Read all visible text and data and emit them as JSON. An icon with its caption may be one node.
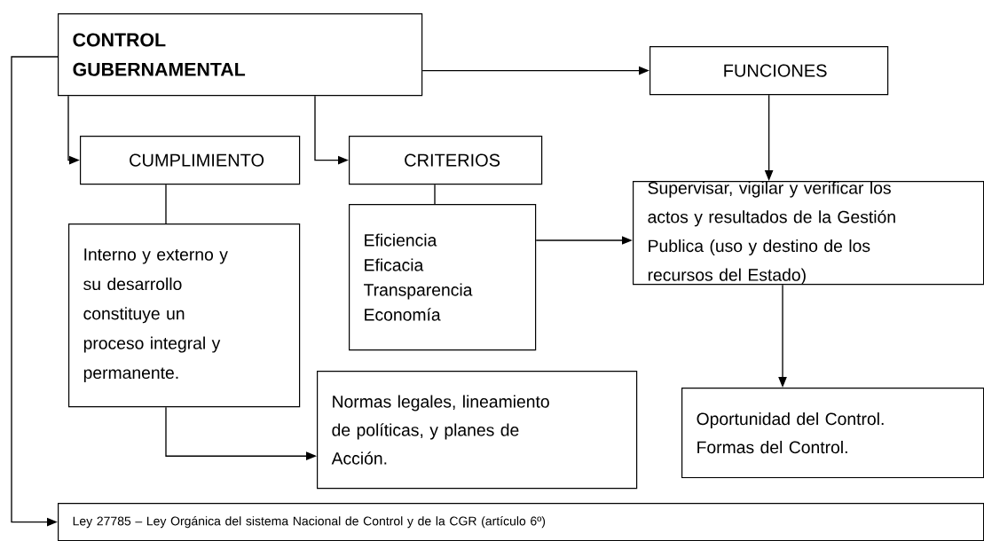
{
  "diagram": {
    "nodes": [
      {
        "text": [
          "CONTROL GUBERNAMENTAL"
        ]
      },
      {
        "text": [
          "FUNCIONES"
        ]
      },
      {
        "text": [
          "CUMPLIMIENTO"
        ]
      },
      {
        "text": [
          "CRITERIOS"
        ]
      },
      {
        "text": [
          "Supervisar, vigilar y verificar los actos y resultados de la Gestión Publica (uso y destino de los recursos del Estado)"
        ]
      },
      {
        "text": [
          "Interno y externo y su desarrollo constituye un proceso integral y permanente."
        ]
      },
      {
        "text": [
          "Eficiencia Eficacia Transparencia Economía"
        ]
      },
      {
        "text": [
          "Normas legales, lineamiento de políticas, y planes de Acción."
        ]
      },
      {
        "text": [
          "Oportunidad del Control. Formas del Control."
        ]
      },
      {
        "text": [
          "Ley 27785 – Ley Orgánica del sistema Nacional de Control y de la CGR (artículo 6º)"
        ]
      }
    ],
    "edges": [
      {
        "from": 0,
        "to": 1,
        "arrow": "to"
      },
      {
        "from": 1,
        "to": 4,
        "arrow": "to"
      },
      {
        "from": 0,
        "to": 2,
        "arrow": "to"
      },
      {
        "from": 0,
        "to": 3,
        "arrow": "to"
      },
      {
        "from": 2,
        "to": 5,
        "arrow": "none"
      },
      {
        "from": 3,
        "to": 6,
        "arrow": "none"
      },
      {
        "from": 6,
        "to": 4,
        "arrow": "to"
      },
      {
        "from": 5,
        "to": 7,
        "arrow": "to"
      },
      {
        "from": 4,
        "to": 8,
        "arrow": "to"
      },
      {
        "from": 0,
        "to": 9,
        "arrow": "to"
      }
    ]
  }
}
